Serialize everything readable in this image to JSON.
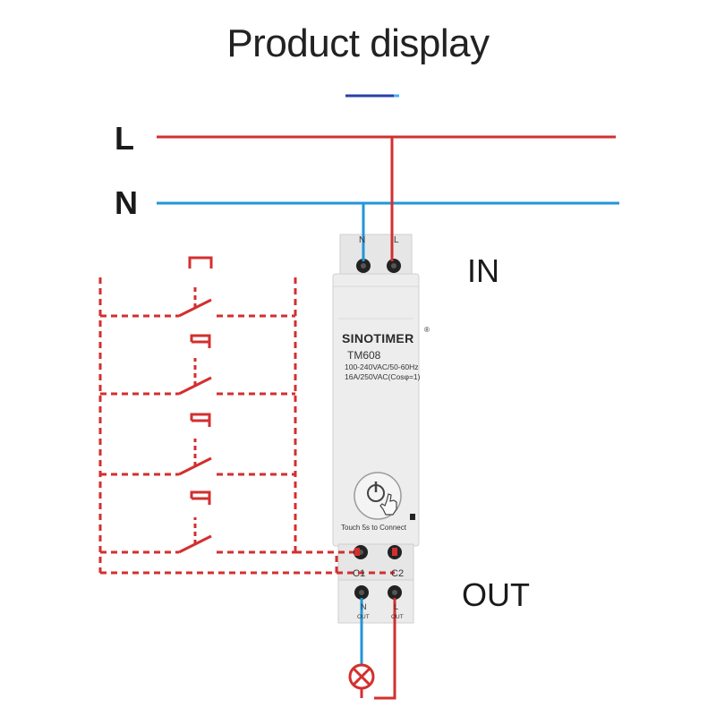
{
  "title": "Product display",
  "bus": {
    "line_label": "L",
    "neutral_label": "N"
  },
  "io": {
    "in_label": "IN",
    "out_label": "OUT"
  },
  "device": {
    "brand": "SINOTIMER",
    "registered_mark": "®",
    "model": "TM608",
    "voltage_spec": "100-240VAC/50-60Hz",
    "current_spec": "16A/250VAC(Cosφ=1)",
    "touch_hint": "Touch 5s to Connect",
    "terminals": {
      "in_n": "N",
      "in_l": "L",
      "c1": "C1",
      "c2": "C2",
      "out_n": "N",
      "out_l": "L",
      "out_sub_n": "OUT",
      "out_sub_l": "OUT"
    }
  },
  "colors": {
    "line": "#d32f2f",
    "neutral": "#2196d9",
    "title_underline_dark": "#2a3fa8",
    "title_underline_light": "#3ab4f2",
    "device_body": "#e9e9e9"
  }
}
